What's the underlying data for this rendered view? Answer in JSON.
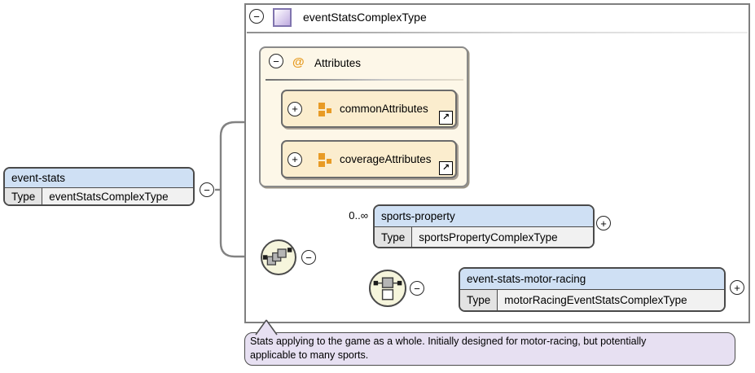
{
  "colors": {
    "element_header_blue": "#cfe0f4",
    "attr_panel_bg": "#fdf7e8",
    "attr_item_bg": "#fbedce",
    "orange_icon": "#e89b25",
    "annotation_bg": "#e7e0f2",
    "connector_gray": "#828282",
    "compositor_bg": "#f6f5dc",
    "complextype_icon_purple": "#bfacdf"
  },
  "container": {
    "title": "eventStatsComplexType",
    "collapse_glyph": "−"
  },
  "root_element": {
    "name": "event-stats",
    "type_label": "Type",
    "type_value": "eventStatsComplexType",
    "collapse_glyph": "−"
  },
  "attributes_group": {
    "at_glyph": "@",
    "header": "Attributes",
    "collapse_glyph": "−",
    "items": [
      {
        "label": "commonAttributes",
        "expand_glyph": "+",
        "link_glyph": "↗"
      },
      {
        "label": "coverageAttributes",
        "expand_glyph": "+",
        "link_glyph": "↗"
      }
    ]
  },
  "content_model": {
    "sequence_collapse_glyph": "−",
    "choice_collapse_glyph": "−",
    "children": [
      {
        "cardinality": "0..∞",
        "name": "sports-property",
        "type_label": "Type",
        "type_value": "sportsPropertyComplexType",
        "expand_glyph": "+"
      },
      {
        "name": "event-stats-motor-racing",
        "type_label": "Type",
        "type_value": "motorRacingEventStatsComplexType",
        "expand_glyph": "+"
      }
    ]
  },
  "annotation": {
    "lines": [
      "Stats applying to the game as a whole. Initially designed for motor-racing, but potentially",
      "applicable to many sports."
    ]
  }
}
